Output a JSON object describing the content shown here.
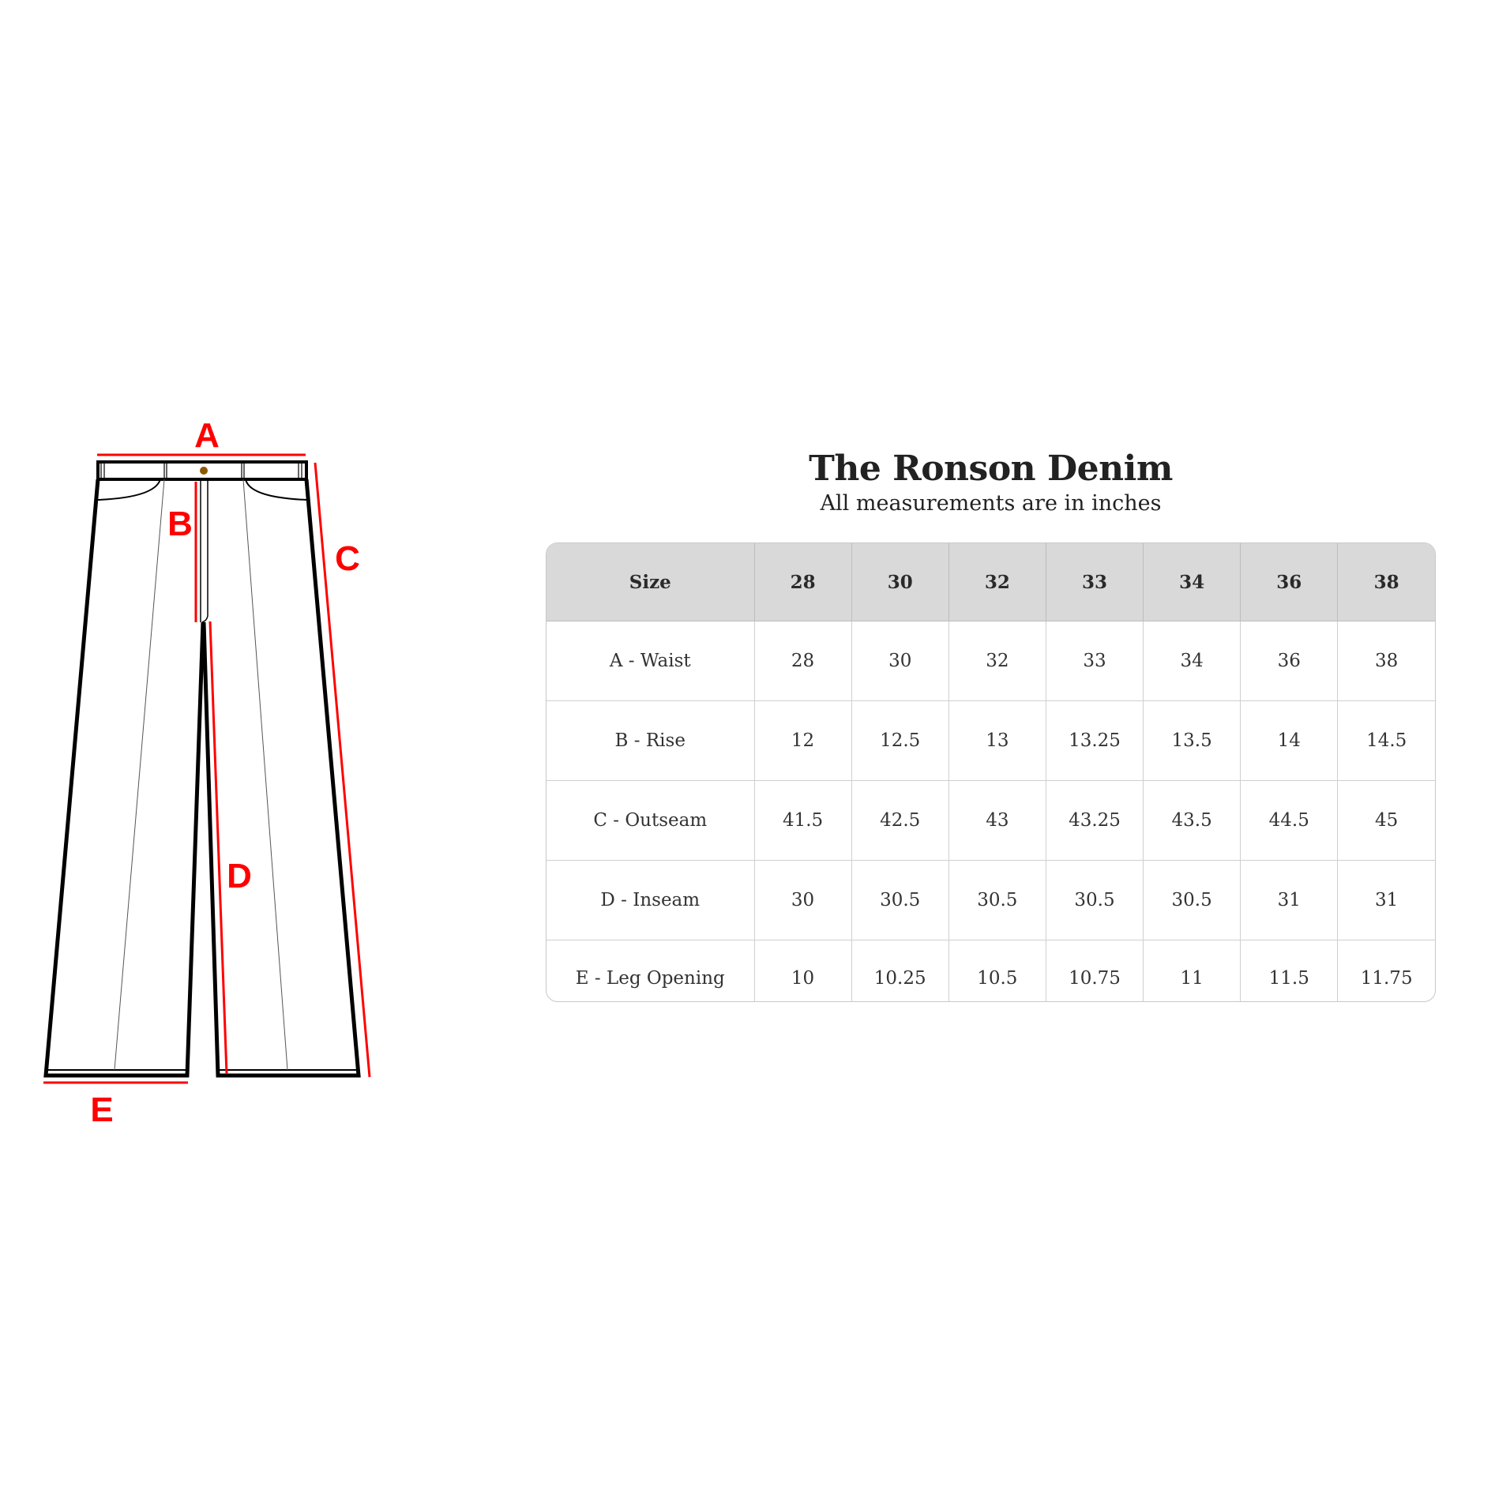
{
  "header": {
    "title": "The Ronson Denim",
    "subtitle": "All measurements are in inches"
  },
  "diagram": {
    "labels": {
      "a": "A",
      "b": "B",
      "c": "C",
      "d": "D",
      "e": "E"
    },
    "colors": {
      "measure_line": "#ff0000",
      "outline": "#000000",
      "button": "#8b5a00"
    }
  },
  "table": {
    "header_label": "Size",
    "sizes": [
      "28",
      "30",
      "32",
      "33",
      "34",
      "36",
      "38"
    ],
    "rows": [
      {
        "label": "A - Waist",
        "values": [
          "28",
          "30",
          "32",
          "33",
          "34",
          "36",
          "38"
        ]
      },
      {
        "label": "B - Rise",
        "values": [
          "12",
          "12.5",
          "13",
          "13.25",
          "13.5",
          "14",
          "14.5"
        ]
      },
      {
        "label": "C - Outseam",
        "values": [
          "41.5",
          "42.5",
          "43",
          "43.25",
          "43.5",
          "44.5",
          "45"
        ]
      },
      {
        "label": "D - Inseam",
        "values": [
          "30",
          "30.5",
          "30.5",
          "30.5",
          "30.5",
          "31",
          "31"
        ]
      },
      {
        "label": "E - Leg Opening",
        "values": [
          "10",
          "10.25",
          "10.5",
          "10.75",
          "11",
          "11.5",
          "11.75"
        ]
      }
    ],
    "colors": {
      "header_bg": "#d9d9d9",
      "border": "#cfcfcf",
      "text": "#333333"
    }
  }
}
